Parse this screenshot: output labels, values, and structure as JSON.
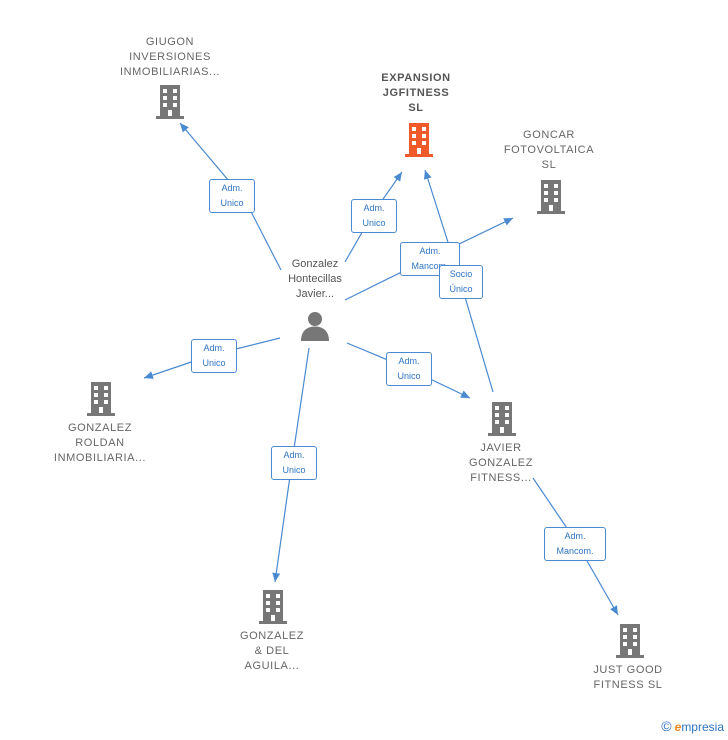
{
  "nodes": {
    "giugon": {
      "label": "GIUGON\nINVERSIONES\nINMOBILIARIAS...",
      "color": "#777777"
    },
    "expansion": {
      "label": "EXPANSION\nJGFITNESS\nSL",
      "color": "#f05a2a"
    },
    "goncar": {
      "label": "GONCAR\nFOTOVOLTAICA\nSL",
      "color": "#777777"
    },
    "person": {
      "label": "Gonzalez\nHontecillas\nJavier...",
      "color": "#777777"
    },
    "roldan": {
      "label": "GONZALEZ\nROLDAN\nINMOBILIARIA...",
      "color": "#777777"
    },
    "javier": {
      "label": "JAVIER\nGONZALEZ\nFITNESS...",
      "color": "#777777"
    },
    "aguila": {
      "label": "GONZALEZ\n& DEL\nAGUILA...",
      "color": "#777777"
    },
    "justgood": {
      "label": "JUST GOOD\nFITNESS  SL",
      "color": "#777777"
    }
  },
  "edges": {
    "e1": "Adm.\nUnico",
    "e2": "Adm.\nUnico",
    "e3": "Adm.\nMancom.",
    "e4": "Socio\nÚnico",
    "e5": "Adm.\nUnico",
    "e6": "Adm.\nUnico",
    "e7": "Adm.\nUnico",
    "e8": "Adm.\nMancom."
  },
  "footer": {
    "copyright": "©",
    "brand_first": "e",
    "brand_rest": "mpresia"
  },
  "colors": {
    "edge": "#4a8ad0",
    "building": "#777777",
    "highlight": "#f05a2a"
  }
}
